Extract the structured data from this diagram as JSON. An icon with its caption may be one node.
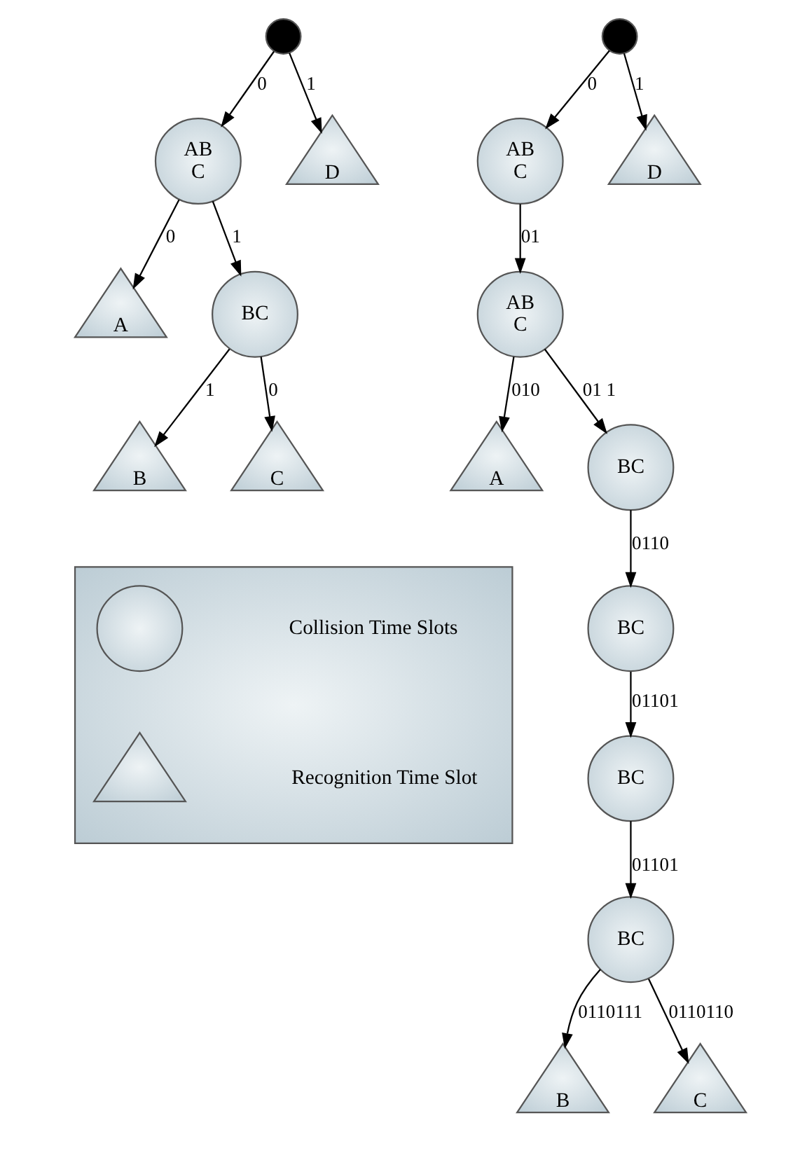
{
  "diagram": {
    "nodes": [
      {
        "text": [],
        "shape": "circle"
      },
      {
        "text": [
          "AB C"
        ]
      },
      {
        "text": [
          "D"
        ]
      },
      {
        "text": [
          "A"
        ]
      },
      {
        "text": [
          "BC"
        ]
      },
      {
        "text": [
          "B"
        ]
      },
      {
        "text": [
          "C"
        ]
      },
      {
        "text": [],
        "shape": "circle"
      },
      {
        "text": [
          "AB C"
        ]
      },
      {
        "text": [
          "D"
        ]
      },
      {
        "text": [
          "AB C"
        ]
      },
      {
        "text": [
          "A"
        ]
      },
      {
        "text": [
          "BC"
        ]
      },
      {
        "text": [
          "BC"
        ]
      },
      {
        "text": [
          "BC"
        ]
      },
      {
        "text": [
          "BC"
        ]
      },
      {
        "text": [
          "B"
        ]
      },
      {
        "text": [
          "C"
        ]
      },
      {
        "text": [],
        "shape": "box"
      },
      {
        "text": [],
        "shape": "circle",
        "in": 18
      },
      {
        "text": [],
        "shape": "triangle",
        "in": 18
      }
    ],
    "edges": [
      {
        "from": 0,
        "to": 1,
        "arrow": "to",
        "label": "0"
      },
      {
        "from": 0,
        "to": 2,
        "arrow": "to",
        "label": "1"
      },
      {
        "from": 1,
        "to": 3,
        "arrow": "to",
        "label": "0"
      },
      {
        "from": 1,
        "to": 4,
        "arrow": "to",
        "label": "1"
      },
      {
        "from": 4,
        "to": 5,
        "arrow": "to",
        "label": "1"
      },
      {
        "from": 4,
        "to": 6,
        "arrow": "to",
        "label": "0"
      },
      {
        "from": 7,
        "to": 8,
        "arrow": "to",
        "label": "0"
      },
      {
        "from": 7,
        "to": 9,
        "arrow": "to",
        "label": "1"
      },
      {
        "from": 8,
        "to": 10,
        "arrow": "to",
        "label": "01"
      },
      {
        "from": 10,
        "to": 11,
        "arrow": "to",
        "label": "010"
      },
      {
        "from": 10,
        "to": 12,
        "arrow": "to",
        "label": "01 1"
      },
      {
        "from": 12,
        "to": 13,
        "arrow": "to",
        "label": "0110"
      },
      {
        "from": 13,
        "to": 14,
        "arrow": "to",
        "label": "01101"
      },
      {
        "from": 14,
        "to": 15,
        "arrow": "to",
        "label": "01101"
      },
      {
        "from": 15,
        "to": 16,
        "arrow": "to",
        "label": "0110111"
      },
      {
        "from": 15,
        "to": 17,
        "arrow": "to",
        "label": "0110110"
      }
    ],
    "legend": [
      {
        "text": "Collision Time Slots"
      },
      {
        "text": "Recognition Time Slot"
      }
    ]
  }
}
